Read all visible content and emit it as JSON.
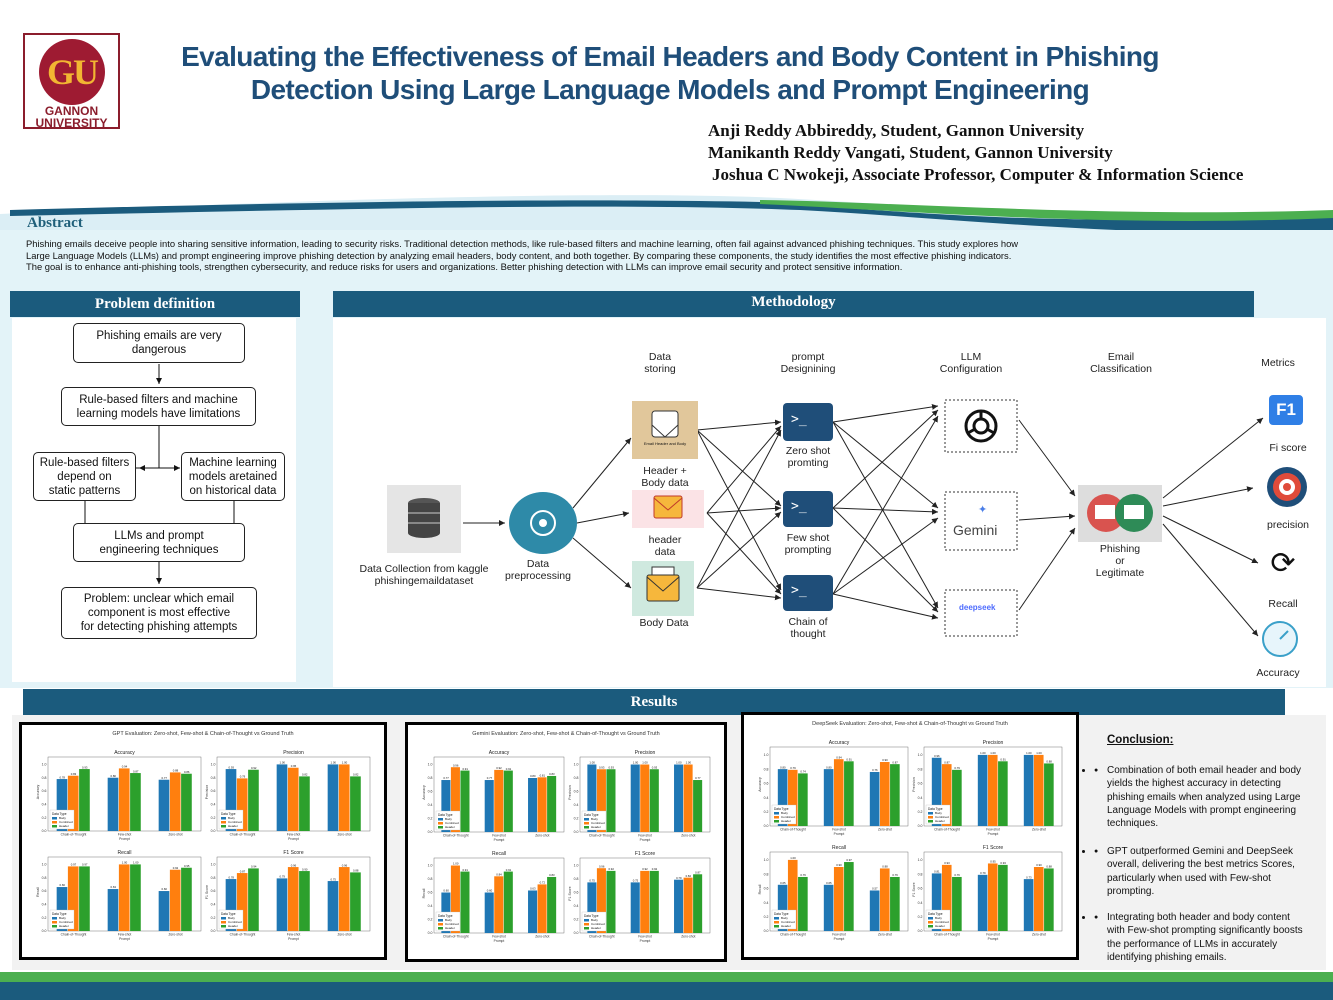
{
  "header": {
    "logo_letters": "GU",
    "logo_name_1": "GANNON",
    "logo_name_2": "UNIVERSITY",
    "title_line1": "Evaluating the Effectiveness of Email Headers and Body Content in Phishing",
    "title_line2": "Detection Using Large Language Models and Prompt Engineering",
    "authors": [
      "Anji Reddy Abbireddy, Student, Gannon University",
      "Manikanth Reddy Vangati, Student, Gannon University",
      "Joshua C Nwokeji, Associate Professor, Computer & Information Science"
    ]
  },
  "abstract": {
    "heading": "Abstract",
    "text": "Phishing emails deceive people into sharing sensitive information, leading to security risks. Traditional detection methods, like rule-based filters and machine learning, often fail against advanced phishing techniques. This study explores how Large Language Models (LLMs) and prompt engineering improve phishing detection by analyzing email headers, body content, and both together. By comparing these components, the study identifies the most effective phishing indicators. The goal is to enhance anti-phishing tools, strengthen cybersecurity, and reduce risks for users and organizations. Better phishing detection with LLMs can improve email security and protect sensitive information."
  },
  "problem": {
    "heading": "Problem definition",
    "boxes": [
      "Phishing emails are very\ndangerous",
      "Rule-based filters and machine\nlearning models have limitations",
      "Rule-based filters\ndepend on\nstatic patterns",
      "Machine learning\nmodels aretained\non historical data",
      "LLMs and prompt\nengineering techniques",
      "Problem: unclear which email\ncomponent is most effective\nfor detecting phishing attempts"
    ]
  },
  "methodology": {
    "heading": "Methodology",
    "col_heads": [
      "Data\nstoring",
      "prompt\nDesignining",
      "LLM\nConfiguration",
      "Email\nClassification",
      "Metrics"
    ],
    "collection": "Data Collection from kaggle\nphishingemaildataset",
    "preprocessing": "Data\npreprocessing",
    "data_nodes": [
      "Header +\nBody data",
      "header\ndata",
      "Body Data"
    ],
    "prompt_nodes": [
      "Zero shot\npromting",
      "Few shot\nprompting",
      "Chain of\nthought"
    ],
    "llm_nodes": [
      "Gemini",
      "deepseek"
    ],
    "classification": "Phishing\nor\nLegitimate",
    "metrics": [
      "Fi score",
      "precision",
      "Recall",
      "Accuracy"
    ],
    "f1_icon_text": "F1",
    "envelope_caption": "Email Header and Body"
  },
  "results": {
    "heading": "Results",
    "charts": [
      {
        "title": "GPT Evaluation: Zero-shot, Few-shot & Chain-of-Thought vs Ground Truth"
      },
      {
        "title": "Gemini Evaluation: Zero-shot, Few-shot & Chain-of-Thought vs Ground Truth"
      },
      {
        "title": "DeepSeek Evaluation: Zero-shot, Few-shot & Chain-of-Thought vs Ground Truth"
      }
    ]
  },
  "conclusion": {
    "heading": "Conclusion:",
    "points": [
      "Combination of both email header and body yields the highest accuracy in detecting phishing emails when analyzed using Large Language Models with prompt engineering techniques.",
      "GPT outperformed Gemini and DeepSeek overall, delivering the best metrics Scores, particularly when used with Few-shot prompting.",
      "Integrating both header and body content with Few-shot prompting  significantly boosts the performance of LLMs in accurately identifying phishing emails."
    ]
  },
  "chart_data": [
    {
      "type": "bar",
      "title": "GPT Evaluation: Zero-shot, Few-shot & Chain-of-Thought vs Ground Truth",
      "legend_title": "Data Type",
      "legend": [
        "Body",
        "Combined",
        "Header"
      ],
      "colors": [
        "#1f77b4",
        "#ff7f0e",
        "#2ca02c"
      ],
      "categories": [
        "Chain-of-Thought",
        "Few-shot",
        "Zero-shot"
      ],
      "xlabel": "Prompt",
      "subplots": [
        {
          "title": "Accuracy",
          "ylabel": "Accuracy",
          "series": [
            [
              0.78,
              0.8,
              0.77
            ],
            [
              0.83,
              0.94,
              0.88
            ],
            [
              0.93,
              0.87,
              0.86
            ]
          ]
        },
        {
          "title": "Precision",
          "ylabel": "Precision",
          "series": [
            [
              0.93,
              1.0,
              1.0
            ],
            [
              0.79,
              0.95,
              1.0
            ],
            [
              0.92,
              0.82,
              0.82
            ]
          ]
        },
        {
          "title": "Recall",
          "ylabel": "Recall",
          "series": [
            [
              0.66,
              0.63,
              0.6
            ],
            [
              0.97,
              1.0,
              0.92
            ],
            [
              0.97,
              1.0,
              0.95
            ]
          ]
        },
        {
          "title": "F1 Score",
          "ylabel": "F1 Score",
          "series": [
            [
              0.78,
              0.79,
              0.75
            ],
            [
              0.87,
              0.96,
              0.96
            ],
            [
              0.94,
              0.9,
              0.88
            ]
          ]
        }
      ],
      "ylim": [
        0,
        1.0
      ]
    },
    {
      "type": "bar",
      "title": "Gemini Evaluation: Zero-shot, Few-shot & Chain-of-Thought vs Ground Truth",
      "legend_title": "Data Type",
      "legend": [
        "Body",
        "Combined",
        "Header"
      ],
      "colors": [
        "#1f77b4",
        "#ff7f0e",
        "#2ca02c"
      ],
      "categories": [
        "Chain-of-Thought",
        "Few-shot",
        "Zero-shot"
      ],
      "xlabel": "Prompt",
      "subplots": [
        {
          "title": "Accuracy",
          "ylabel": "Accuracy",
          "series": [
            [
              0.77,
              0.77,
              0.8
            ],
            [
              0.96,
              0.92,
              0.81
            ],
            [
              0.91,
              0.91,
              0.83
            ]
          ]
        },
        {
          "title": "Precision",
          "ylabel": "Precision",
          "series": [
            [
              1.0,
              1.0,
              1.0
            ],
            [
              0.93,
              1.0,
              1.0
            ],
            [
              0.93,
              0.93,
              0.77
            ]
          ]
        },
        {
          "title": "Recall",
          "ylabel": "Recall",
          "series": [
            [
              0.6,
              0.6,
              0.63
            ],
            [
              1.0,
              0.84,
              0.72
            ],
            [
              0.91,
              0.91,
              0.83
            ]
          ]
        },
        {
          "title": "F1 Score",
          "ylabel": "F1 Score",
          "series": [
            [
              0.75,
              0.75,
              0.79
            ],
            [
              0.96,
              0.92,
              0.82
            ],
            [
              0.92,
              0.92,
              0.87
            ]
          ]
        }
      ],
      "ylim": [
        0,
        1.0
      ]
    },
    {
      "type": "bar",
      "title": "DeepSeek Evaluation: Zero-shot, Few-shot & Chain-of-Thought vs Ground Truth",
      "legend_title": "Data Type",
      "legend": [
        "Body",
        "Combined",
        "Header"
      ],
      "colors": [
        "#1f77b4",
        "#ff7f0e",
        "#2ca02c"
      ],
      "categories": [
        "Chain-of-Thought",
        "Few-shot",
        "Zero-shot"
      ],
      "xlabel": "Prompt",
      "subplots": [
        {
          "title": "Accuracy",
          "ylabel": "Accuracy",
          "series": [
            [
              0.8,
              0.8,
              0.76
            ],
            [
              0.79,
              0.94,
              0.9
            ],
            [
              0.74,
              0.91,
              0.87
            ]
          ]
        },
        {
          "title": "Precision",
          "ylabel": "Precision",
          "series": [
            [
              0.96,
              1.0,
              1.0
            ],
            [
              0.87,
              1.0,
              1.0
            ],
            [
              0.79,
              0.91,
              0.88
            ]
          ]
        },
        {
          "title": "Recall",
          "ylabel": "Recall",
          "series": [
            [
              0.65,
              0.65,
              0.57
            ],
            [
              1.0,
              0.9,
              0.88
            ],
            [
              0.76,
              0.97,
              0.76
            ]
          ]
        },
        {
          "title": "F1 Score",
          "ylabel": "F1 Score",
          "series": [
            [
              0.81,
              0.79,
              0.73
            ],
            [
              0.93,
              0.95,
              0.9
            ],
            [
              0.76,
              0.93,
              0.88
            ]
          ]
        }
      ],
      "ylim": [
        0,
        1.0
      ]
    }
  ]
}
